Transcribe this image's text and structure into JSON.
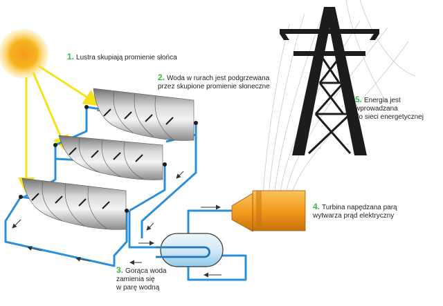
{
  "steps": [
    {
      "number": "1.",
      "lines": [
        "Lustra skupiają promienie słońca"
      ]
    },
    {
      "number": "2.",
      "lines": [
        "Woda w rurach jest podgrzewana",
        "przez skupione promienie słoneczne"
      ]
    },
    {
      "number": "3.",
      "lines": [
        "Gorąca woda",
        "zamienia się",
        "w parę wodną"
      ]
    },
    {
      "number": "4.",
      "lines": [
        "Turbina napędzana parą",
        "wytwarza prąd elektryczny"
      ]
    },
    {
      "number": "5.",
      "lines": [
        "Energia jest wprowadzana",
        "do sieci energetycznej"
      ]
    }
  ],
  "colors": {
    "step_number": "#39b54a",
    "pipe": "#2a8fd8",
    "sun": "#f7b51e",
    "ray": "#f5e31a",
    "turbine": "#f39a1c",
    "tower": "#1c1c1c",
    "mirror": "#9a9a9a"
  },
  "icons": [
    "sun-icon",
    "mirror-trough-icon",
    "heat-exchanger-icon",
    "turbine-icon",
    "transmission-tower-icon"
  ]
}
